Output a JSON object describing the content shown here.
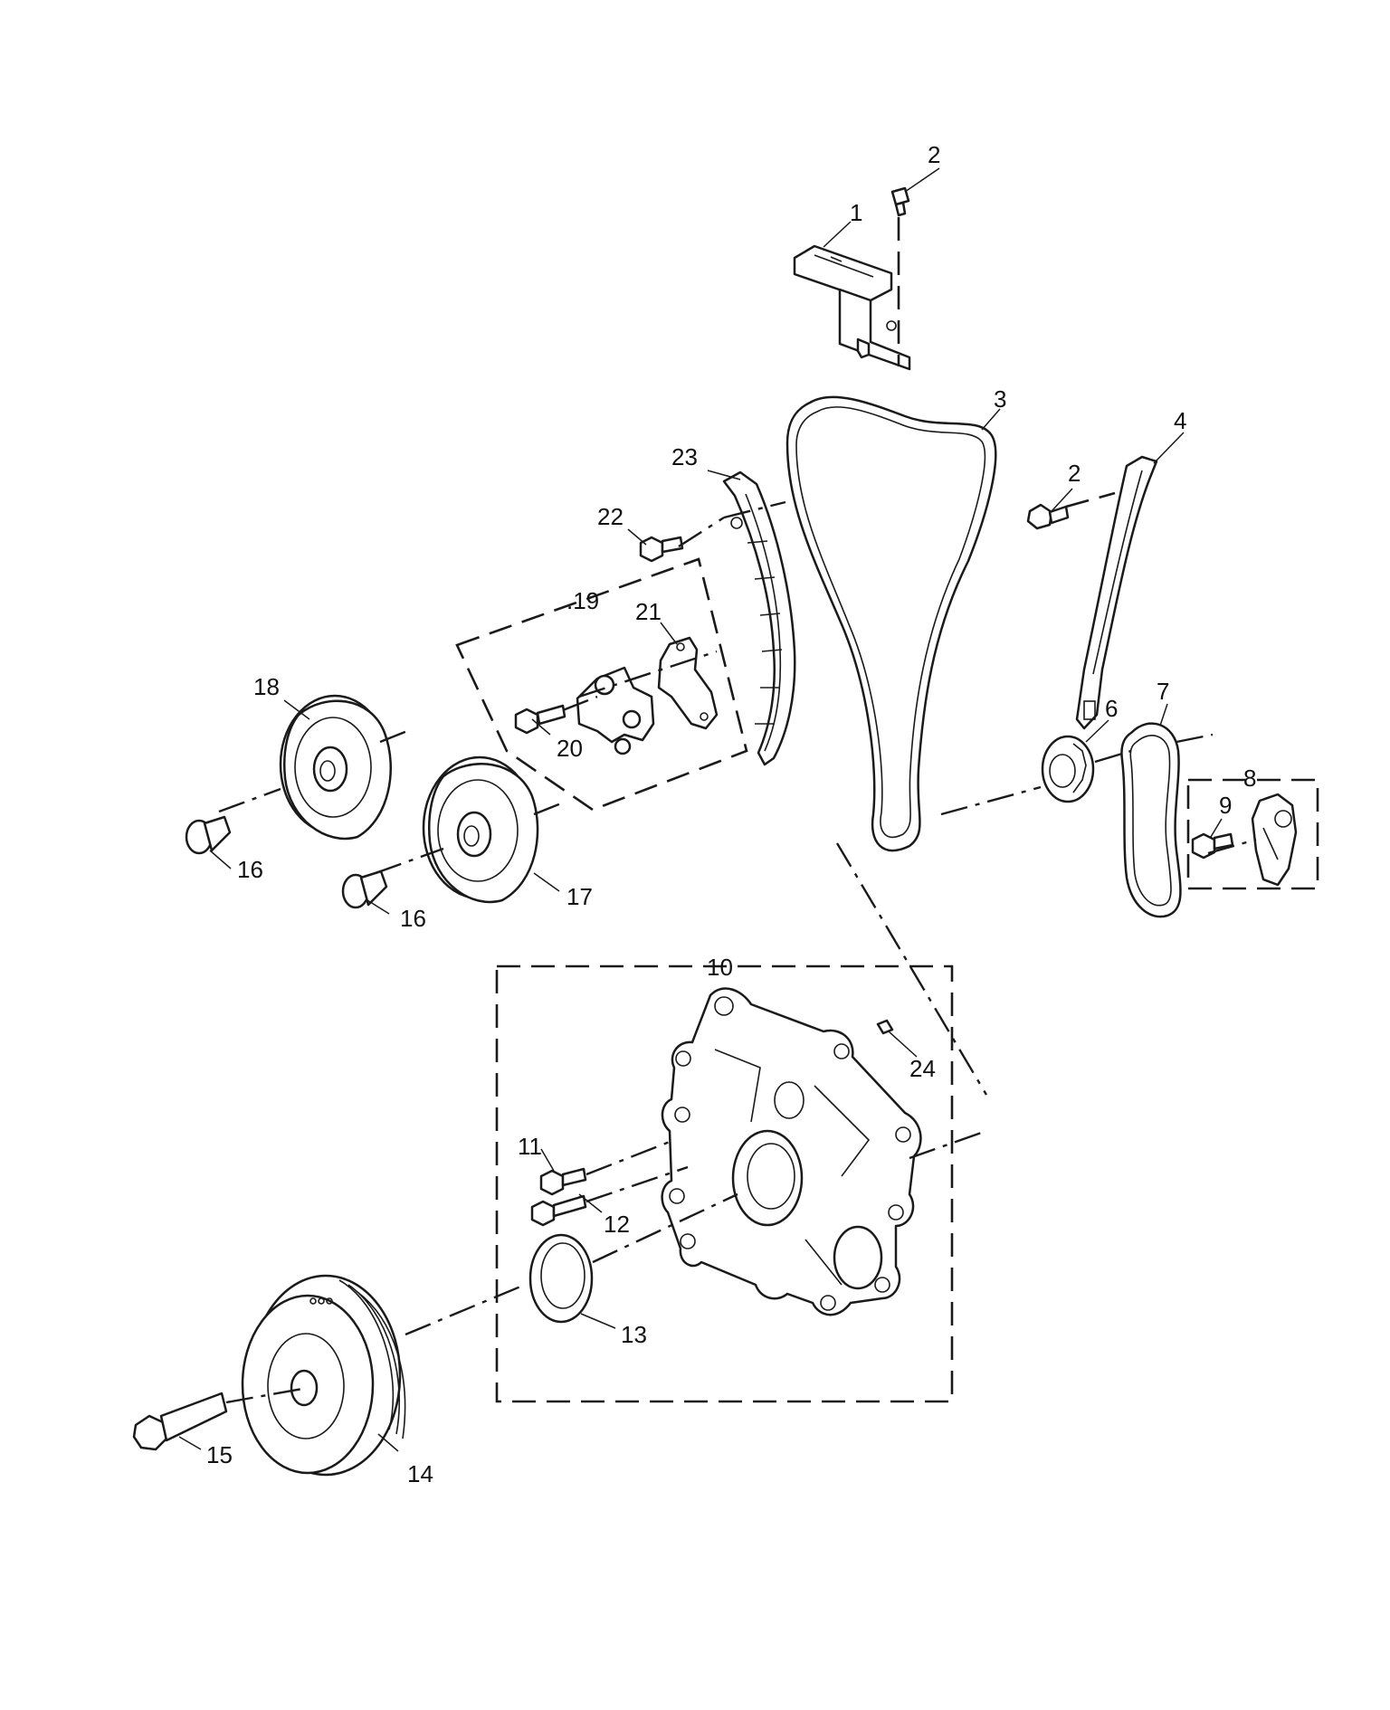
{
  "callouts": {
    "c1": "1",
    "c2a": "2",
    "c2b": "2",
    "c3": "3",
    "c4": "4",
    "c6": "6",
    "c7": "7",
    "c8": "8",
    "c9": "9",
    "c10": "10",
    "c11": "11",
    "c12": "12",
    "c13": "13",
    "c14": "14",
    "c15": "15",
    "c16a": "16",
    "c16b": "16",
    "c17": "17",
    "c18": "18",
    "c19": ".19",
    "c20": "20",
    "c21": "21",
    "c22": "22",
    "c23": "23",
    "c24": "24"
  }
}
